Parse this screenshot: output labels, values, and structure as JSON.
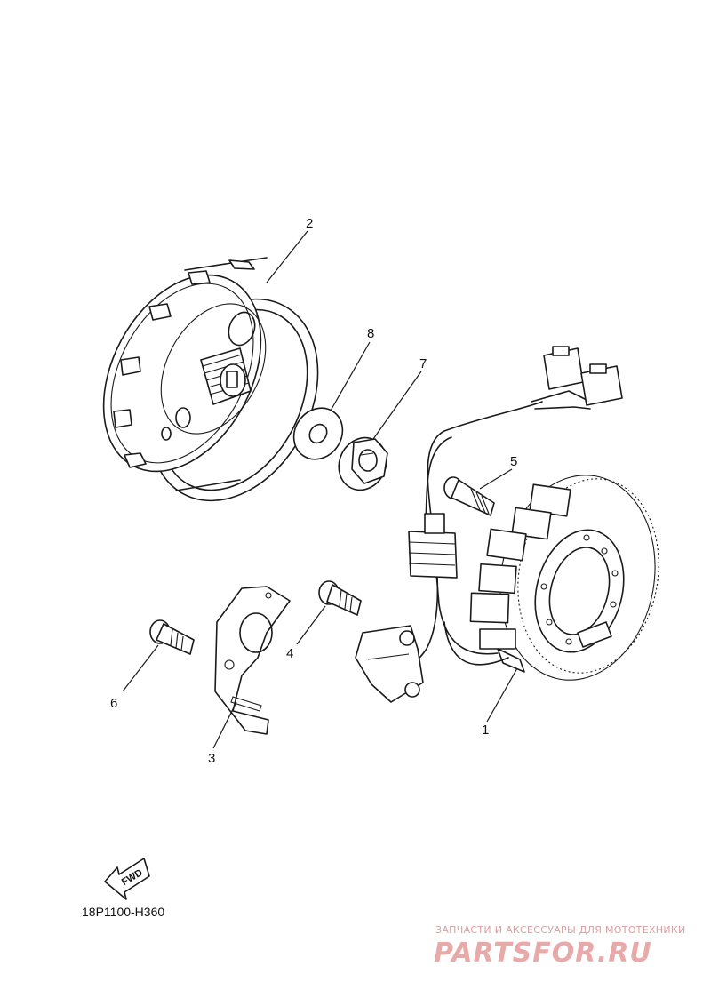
{
  "callouts": [
    {
      "id": "1",
      "label": "1"
    },
    {
      "id": "2",
      "label": "2"
    },
    {
      "id": "3",
      "label": "3"
    },
    {
      "id": "4",
      "label": "4"
    },
    {
      "id": "5",
      "label": "5"
    },
    {
      "id": "6",
      "label": "6"
    },
    {
      "id": "7",
      "label": "7"
    },
    {
      "id": "8",
      "label": "8"
    }
  ],
  "diagram_code": "18P1100-H360",
  "fwd_label": "FWD",
  "watermark": {
    "tagline": "ЗАПЧАСТИ И АКСЕССУАРЫ ДЛЯ МОТОТЕХНИКИ",
    "brand": "PARTSFOR.RU",
    "color": "#e8a9a9"
  }
}
